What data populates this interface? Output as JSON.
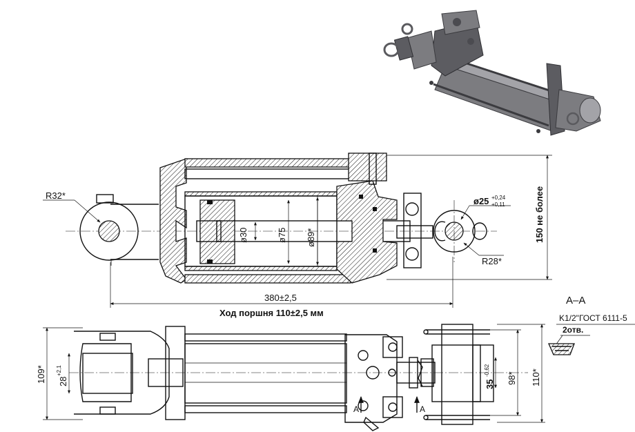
{
  "labels": {
    "radius_eye": "R32*",
    "radius_pin": "R28*",
    "dia_rod": "ø30",
    "dia_piston": "ø75",
    "dia_bore": "ø89*",
    "dia_pin": "ø25",
    "dia_pin_tol_upper": "+0,24",
    "dia_pin_tol_lower": "+0,11",
    "height_max": "150 не более",
    "length": "380±2,5",
    "stroke": "Ход поршня 110±2,5 мм",
    "width_109": "109*",
    "width_28": "28",
    "width_28_tol": "+2,1",
    "clevis_35": "35",
    "clevis_35_tol": "-0,62",
    "width_98": "98*",
    "width_110": "110*",
    "section_title": "A–A",
    "port_thread": "K1/2\"ГОСТ 6111-5",
    "port_holes": "2отв.",
    "section_mark": "A"
  },
  "icons": {
    "render": "hydraulic-cylinder-3d-render",
    "section_arrow": "section-arrow-icon"
  }
}
